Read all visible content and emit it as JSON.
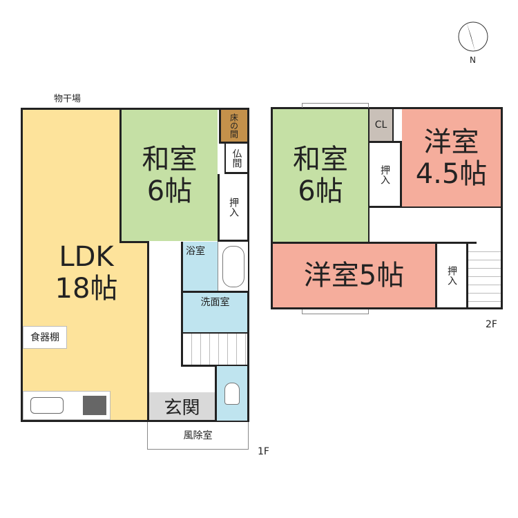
{
  "colors": {
    "ldk": "#fde39b",
    "washitsu": "#c5e0a5",
    "yoshitsu": "#f5ad9c",
    "wet": "#bfe4ef",
    "tokonoma": "#c4914b",
    "entrance": "#d9d9d9",
    "closet": "#c9c0b8"
  },
  "compass": {
    "label": "N"
  },
  "floor1": {
    "label": "1F",
    "monohoshiba": "物干場",
    "ldk": {
      "name": "LDK",
      "size": "18帖"
    },
    "washitsu": {
      "name": "和室",
      "size": "6帖"
    },
    "tokonoma": "床の間",
    "butsuma": "仏間",
    "oshiire": "押入",
    "bath": "浴室",
    "washroom": "洗面室",
    "shokkidana": "食器棚",
    "genkan": "玄関",
    "windbreak": "風除室"
  },
  "floor2": {
    "label": "2F",
    "washitsu": {
      "name": "和室",
      "size": "6帖"
    },
    "closet": "CL",
    "oshiire1": "押入",
    "yoshitsu45": {
      "name": "洋室",
      "size": "4.5帖"
    },
    "yoshitsu5": {
      "name": "洋室5帖"
    },
    "oshiire2": "押入"
  }
}
